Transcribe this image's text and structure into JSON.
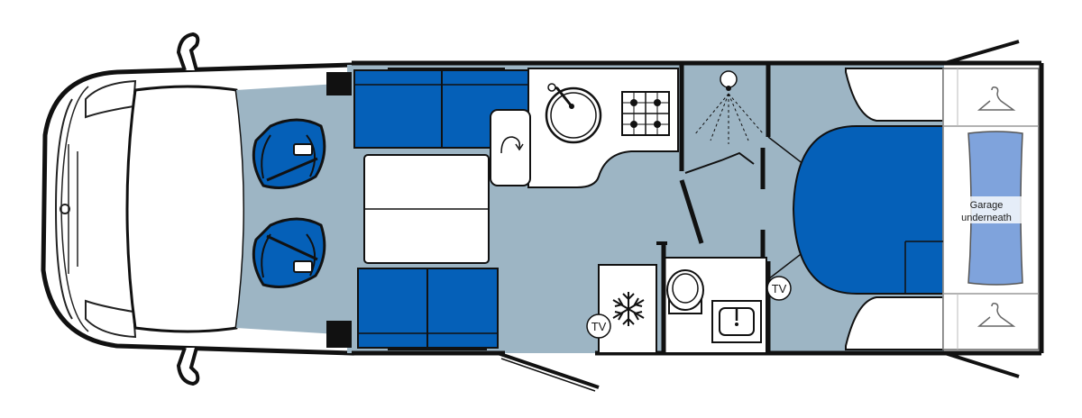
{
  "colors": {
    "floor": "#9db5c4",
    "seat_blue": "#0560b8",
    "bed_blue": "#0560b8",
    "wall": "#111111",
    "pillow": "#7fa3dc",
    "white": "#ffffff"
  },
  "labels": {
    "garage_line1": "Garage",
    "garage_line2": "underneath",
    "tv_kitchen": "TV",
    "tv_bedroom": "TV"
  },
  "icons": [
    "steering-wheel-icon",
    "sink-icon",
    "hob-icon",
    "swivel-arrow-icon",
    "shower-icon",
    "toilet-icon",
    "washbasin-icon",
    "fridge-snowflake-icon",
    "hanger-icon",
    "seatbelt-icon"
  ]
}
